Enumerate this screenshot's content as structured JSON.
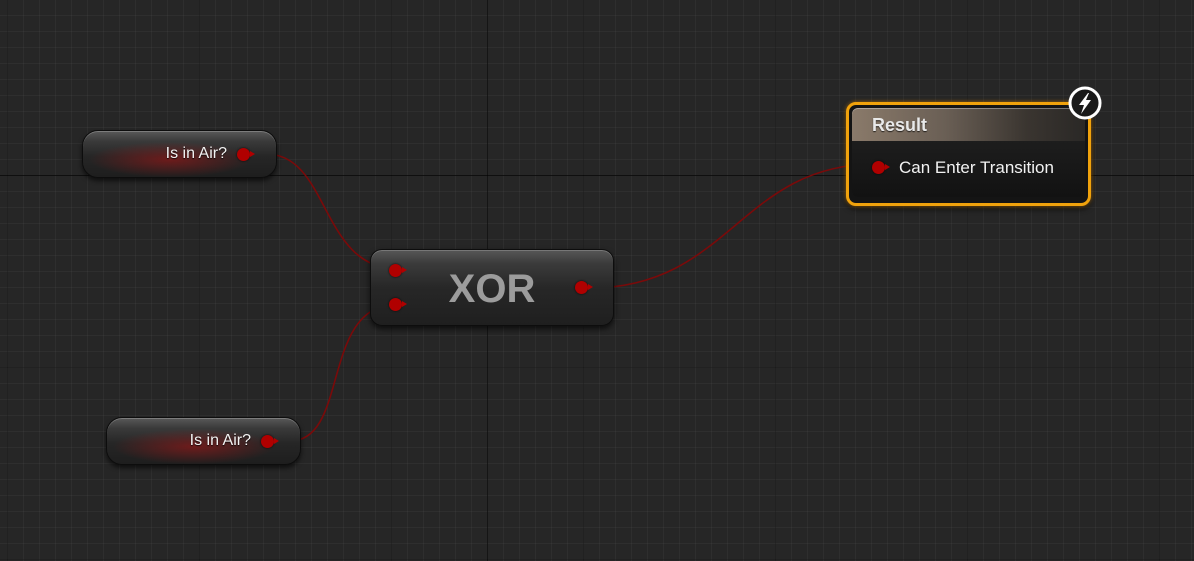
{
  "graph": {
    "nodes": {
      "var_top": {
        "label": "Is in Air?"
      },
      "var_bottom": {
        "label": "Is in Air?"
      },
      "xor": {
        "label": "XOR"
      },
      "result": {
        "title": "Result",
        "pin_label": "Can Enter Transition",
        "icon": "lightning-bolt-icon"
      }
    },
    "colors": {
      "background": "#262626",
      "boolean_pin": "#b00000",
      "wire": "#7a0a0a",
      "result_border": "#f0a20c"
    }
  }
}
